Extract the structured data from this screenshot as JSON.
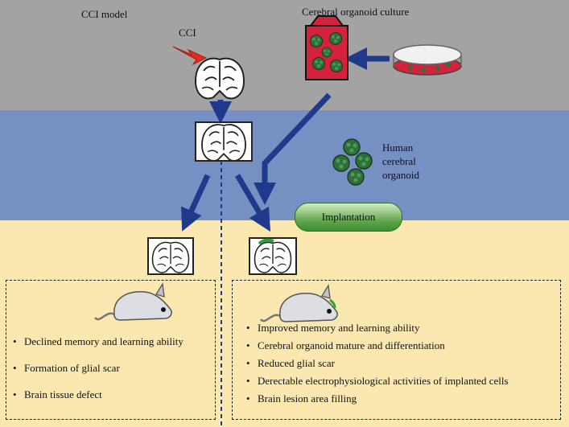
{
  "labels": {
    "cci_model": "CCI model",
    "cci": "CCI",
    "organoid_culture": "Cerebral organoid culture",
    "human_organoid_line1": "Human",
    "human_organoid_line2": "cerebral",
    "human_organoid_line3": "organoid",
    "implantation": "Implantation"
  },
  "left_outcomes": [
    "Declined memory and learning ability",
    "Formation of glial scar",
    "Brain tissue defect"
  ],
  "right_outcomes": [
    "Improved memory and learning ability",
    "Cerebral organoid mature and differentiation",
    "Reduced glial scar",
    "Derectable electrophysiological activities of implanted cells",
    "Brain lesion area filling"
  ],
  "colors": {
    "top_band": "#a3a3a3",
    "middle_band": "#7690c4",
    "bottom_band": "#fbe8b0",
    "arrow": "#1f3a8a",
    "lightning": "#e62b1e",
    "organoid_culture_red": "#d4213d",
    "organoid_green": "#2f6f3a",
    "implantation_pill": "#5fa64a"
  },
  "icons": [
    "lightning-icon",
    "brain-section-icon",
    "culture-flask-icon",
    "petri-dish-icon",
    "organoid-icon",
    "mouse-icon"
  ]
}
